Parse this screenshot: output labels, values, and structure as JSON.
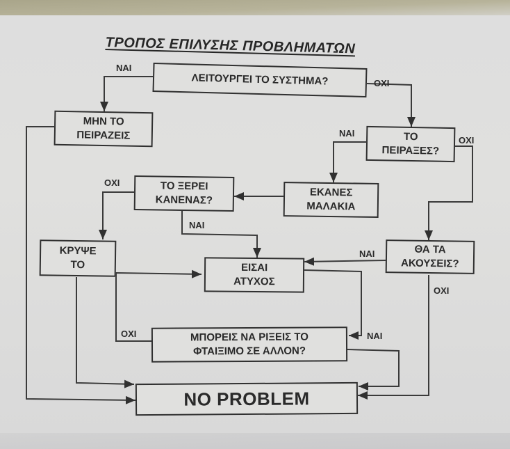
{
  "title": "ΤΡΟΠΟΣ ΕΠΙΛΥΣΗΣ ΠΡΟΒΛΗΜΑΤΩΝ",
  "nodes": {
    "works": "ΛΕΙΤΟΥΡΓΕΙ ΤΟ ΣΥΣΤΗΜΑ?",
    "dont_touch": "ΜΗΝ ΤΟ\nΠΕΙΡΑΖΕΙΣ",
    "touched": "ΤΟ\nΠΕΙΡΑΞΕΣ?",
    "messed_up": "ΕΚΑΝΕΣ\nΜΑΛΑΚΙΑ",
    "anyone_knows": "ΤΟ ΞΕΡΕΙ\nΚΑΝΕΝΑΣ?",
    "hide_it": "ΚΡΥΨΕ\nΤΟ",
    "unlucky": "ΕΙΣΑΙ\nΑΤΥΧΟΣ",
    "get_yelled": "ΘΑ ΤΑ\nΑΚΟΥΣΕΙΣ?",
    "blame_other": "ΜΠΟΡΕΙΣ ΝΑ ΡΙΞΕΙΣ ΤΟ\nΦΤΑΙΞΙΜΟ ΣΕ ΑΛΛΟΝ?",
    "no_problem": "NO PROBLEM"
  },
  "edge_labels": {
    "works_yes": "ΝΑΙ",
    "works_no": "ΟΧΙ",
    "touched_yes": "ΝΑΙ",
    "touched_no": "ΟΧΙ",
    "knows_no": "ΟΧΙ",
    "knows_yes": "ΝΑΙ",
    "yelled_yes": "ΝΑΙ",
    "yelled_no": "ΟΧΙ",
    "blame_no": "ΟΧΙ",
    "blame_yes": "ΝΑΙ"
  }
}
